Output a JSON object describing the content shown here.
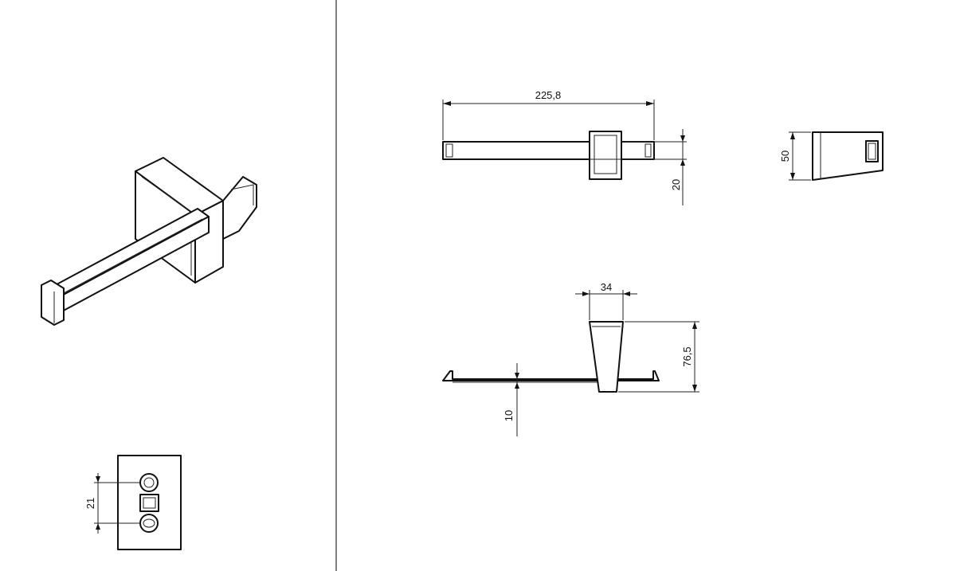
{
  "drawing": {
    "dimensions": {
      "bar_length": "225,8",
      "bracket_height": "20",
      "plate_height": "50",
      "arm_width": "34",
      "total_height": "76,5",
      "bar_thickness": "10",
      "screw_spacing": "21"
    },
    "views": [
      "isometric-view",
      "top-view",
      "side-view",
      "front-view",
      "mounting-plate-view"
    ],
    "line_color": "#111111",
    "background": "#ffffff"
  }
}
